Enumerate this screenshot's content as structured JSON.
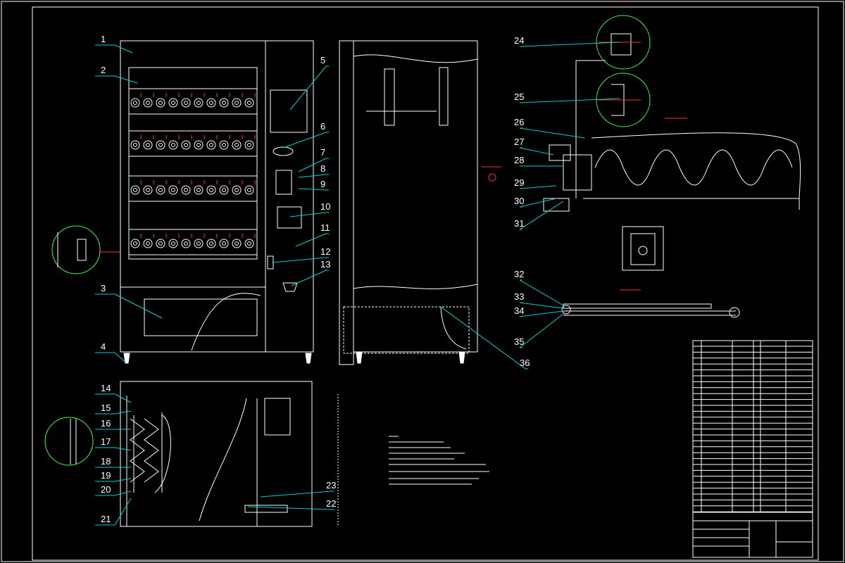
{
  "canvas": {
    "background": "#000000",
    "line_color": "#ffffff",
    "leader_color": "#00d0d0",
    "detail_circle_color": "#40ff40",
    "section_mark_color": "#ff3030",
    "accent_magenta": "#ff40ff"
  },
  "part_numbers": [
    "1",
    "2",
    "3",
    "4",
    "5",
    "6",
    "7",
    "8",
    "9",
    "10",
    "11",
    "12",
    "13",
    "14",
    "15",
    "16",
    "17",
    "18",
    "19",
    "20",
    "21",
    "22",
    "23",
    "24",
    "25",
    "26",
    "27",
    "28",
    "29",
    "30",
    "31",
    "32",
    "33",
    "34",
    "35",
    "36"
  ]
}
